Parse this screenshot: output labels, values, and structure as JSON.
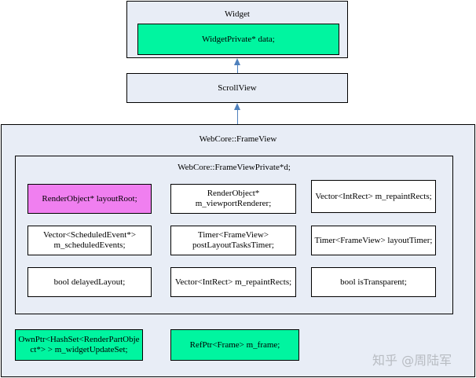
{
  "widget": {
    "title": "Widget",
    "member": "WidgetPrivate* data;"
  },
  "scrollview": {
    "title": "ScrollView"
  },
  "frameview": {
    "title": "WebCore::FrameView",
    "private": {
      "title": "WebCore::FrameViewPrivate*d;",
      "cells": {
        "r1c1": "RenderObject* layoutRoot;",
        "r1c2a": "RenderObject*",
        "r1c2b": "m_viewportRenderer;",
        "r1c3": "Vector<IntRect> m_repaintRects;",
        "r2c1a": "Vector<ScheduledEvent*>",
        "r2c1b": "m_scheduledEvents;",
        "r2c2a": "Timer<FrameView>",
        "r2c2b": "postLayoutTasksTimer;",
        "r2c3": "Timer<FrameView> layoutTimer;",
        "r3c1": "bool delayedLayout;",
        "r3c2": "Vector<IntRect> m_repaintRects;",
        "r3c3": "bool isTransparent;"
      }
    },
    "bottom": {
      "left_a": "OwnPtr<HashSet<RenderPartObje",
      "left_b": "ct*> > m_widgetUpdateSet;",
      "right": "RefPtr<Frame> m_frame;"
    }
  },
  "watermark": "知乎 @周陆军",
  "colors": {
    "container": "#e8edf6",
    "highlight_green": "#00f5a0",
    "highlight_magenta": "#f07ff0",
    "arrow": "#4f81bd"
  }
}
